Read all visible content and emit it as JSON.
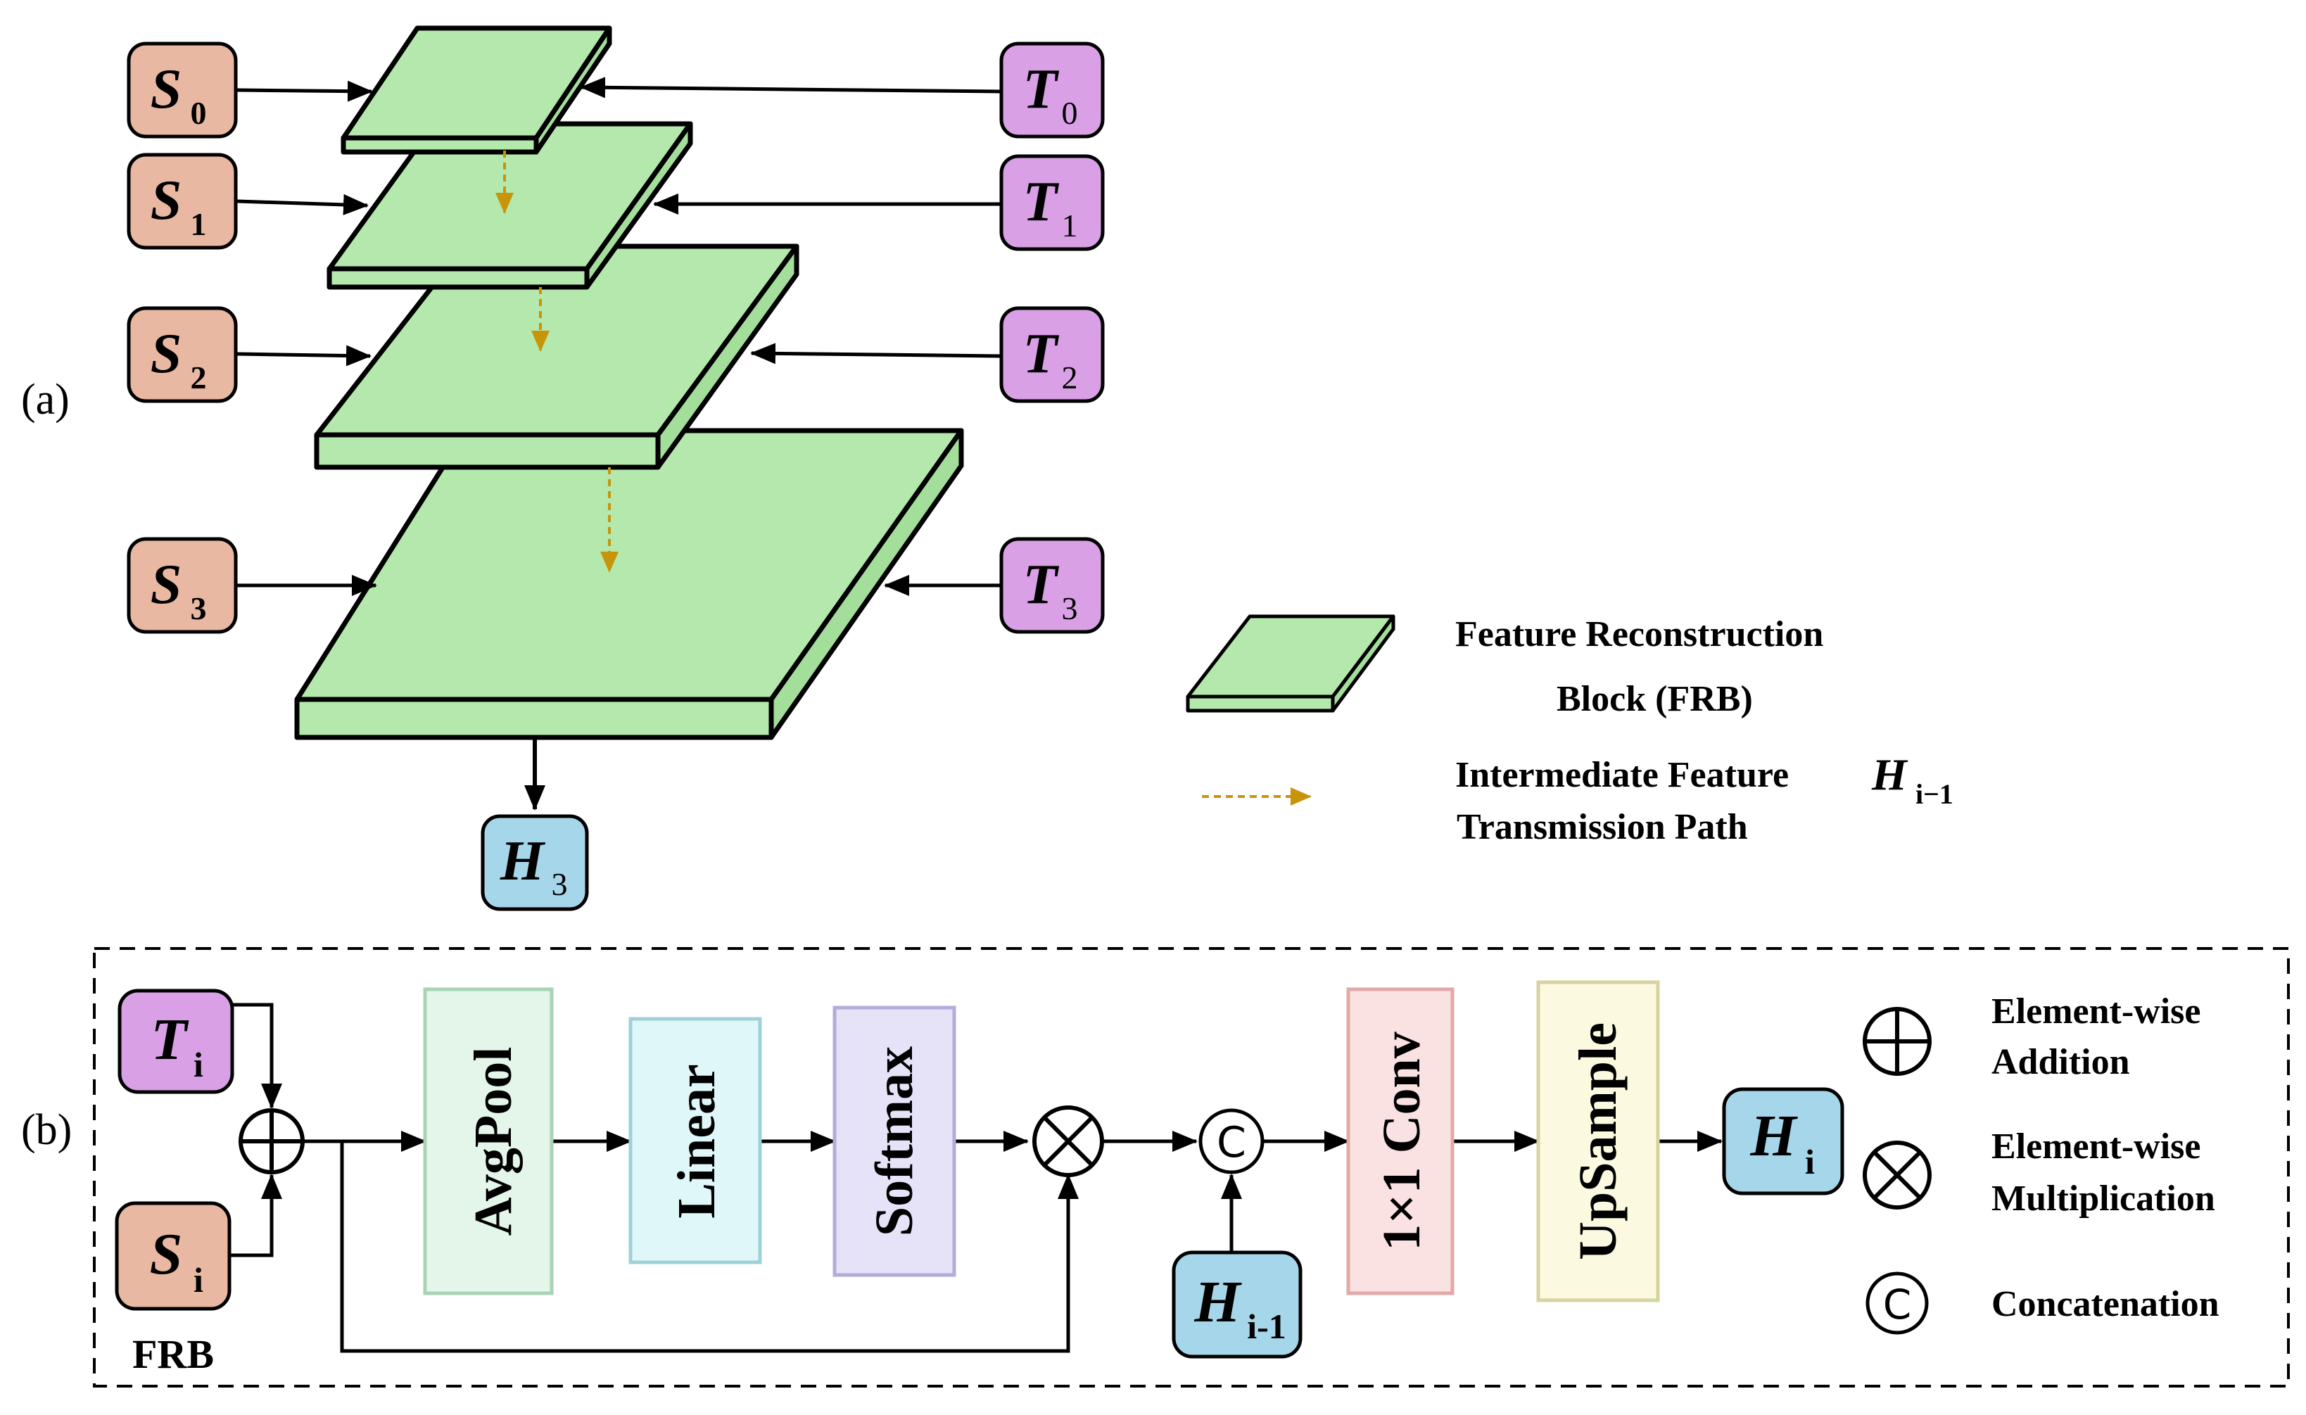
{
  "panel_a": {
    "label": "(a)",
    "s_nodes": [
      {
        "main": "S",
        "sub": "0"
      },
      {
        "main": "S",
        "sub": "1"
      },
      {
        "main": "S",
        "sub": "2"
      },
      {
        "main": "S",
        "sub": "3"
      }
    ],
    "t_nodes": [
      {
        "main": "T",
        "sub": "0"
      },
      {
        "main": "T",
        "sub": "1"
      },
      {
        "main": "T",
        "sub": "2"
      },
      {
        "main": "T",
        "sub": "3"
      }
    ],
    "output": {
      "main": "H",
      "sub": "3"
    }
  },
  "legend_a": {
    "frb_line1": "Feature Reconstruction",
    "frb_line2": "Block (FRB)",
    "path_line1": "Intermediate Feature",
    "path_var": "H",
    "path_var_sub": "i−1",
    "path_line2": "Transmission Path"
  },
  "panel_b": {
    "label": "(b)",
    "frb_label": "FRB",
    "t_in": {
      "main": "T",
      "sub": "i"
    },
    "s_in": {
      "main": "S",
      "sub": "i"
    },
    "h_prev": {
      "main": "H",
      "sub": "i-1"
    },
    "h_out": {
      "main": "H",
      "sub": "i"
    },
    "blocks": {
      "avgpool": "AvgPool",
      "linear": "Linear",
      "softmax": "Softmax",
      "conv": "1×1 Conv",
      "upsample": "UpSample"
    },
    "concat_symbol": "C"
  },
  "legend_b": {
    "add_line1": "Element-wise",
    "add_line2": "Addition",
    "mul_line1": "Element-wise",
    "mul_line2": "Multiplication",
    "concat": "Concatenation"
  },
  "colors": {
    "s_fill": "#e9b8a2",
    "t_fill": "#d9a0e6",
    "h_fill": "#a6d6ea",
    "frb_fill": "#b5e8ad",
    "path_arrow": "#c8940a",
    "avgpool_fill": "#e4f6ea",
    "linear_fill": "#e0f7f9",
    "softmax_fill": "#e6e2f8",
    "conv_fill": "#fbe2e2",
    "upsample_fill": "#fbfae0"
  }
}
